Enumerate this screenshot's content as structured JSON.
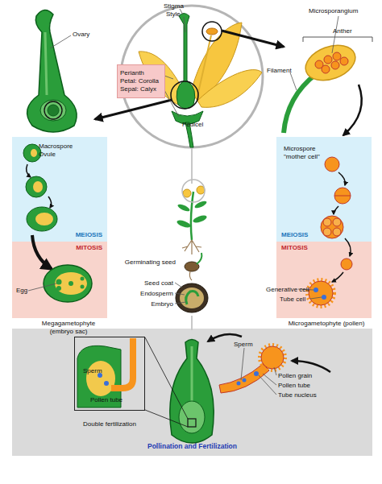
{
  "diagram": {
    "nodes": [
      {
        "text": [
          "Perianth",
          "Petal: Corolla",
          "Sepal: Calyx"
        ]
      },
      {
        "text": [
          "MEIOSIS"
        ]
      },
      {
        "text": [
          "MITOSIS"
        ]
      },
      {
        "text": [
          "MEIOSIS"
        ]
      },
      {
        "text": [
          "MITOSIS"
        ]
      },
      {
        "text": [
          "Pollination and Fertilization"
        ]
      },
      {
        "text": [
          "Double fertilization"
        ],
        "in": 5
      }
    ],
    "labels": [
      "Stigma",
      "Style",
      "Ovary",
      "Pedicel",
      "Microsporangium",
      "Anther",
      "Filament",
      "Macrospore Ovule",
      "Microspore \"mother cell\"",
      "Egg",
      "Megagametophyte (embryo sac)",
      "Generative cell",
      "Tube cell",
      "Microgametophyte (pollen)",
      "Germinating seed",
      "Seed coat",
      "Endosperm",
      "Embryo",
      "Sperm",
      "Pollen tube",
      "Sperm",
      "Pollen grain",
      "Pollen tube",
      "Tube nucleus"
    ]
  }
}
